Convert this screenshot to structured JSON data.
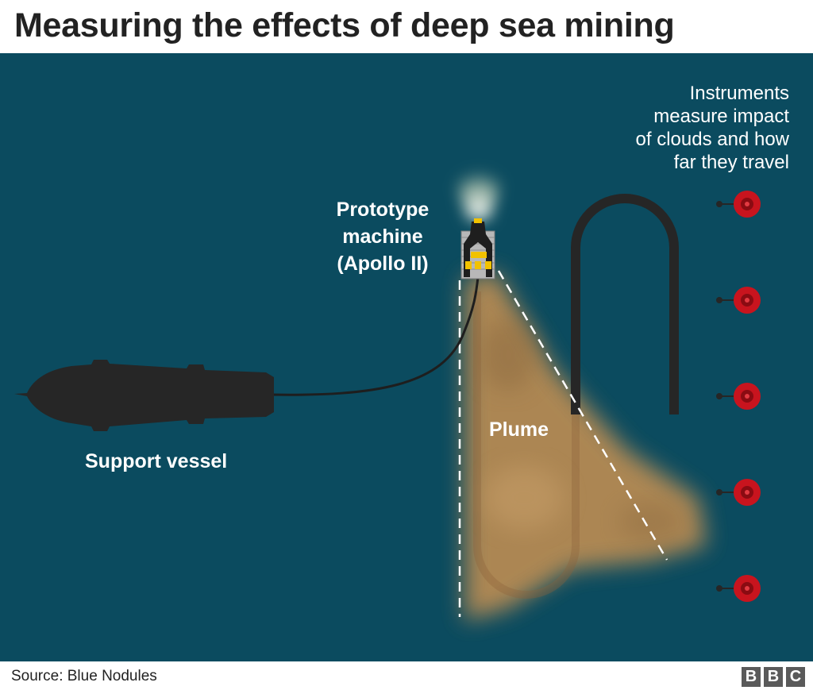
{
  "title": "Measuring the effects of deep sea mining",
  "labels": {
    "machine": [
      "Prototype",
      "machine",
      "(Apollo II)"
    ],
    "vessel": "Support vessel",
    "plume": "Plume",
    "instruments": [
      "Instruments",
      "measure impact",
      "of clouds and how",
      "far they travel"
    ]
  },
  "source": "Source: Blue Nodules",
  "logo": [
    "B",
    "B",
    "C"
  ],
  "instrument_count": 5,
  "colors": {
    "sea": "#0b4b5f",
    "plume": "#b58a52",
    "instrument": "#c8141e",
    "vessel": "#262626",
    "machine_accent": "#f2c200"
  }
}
